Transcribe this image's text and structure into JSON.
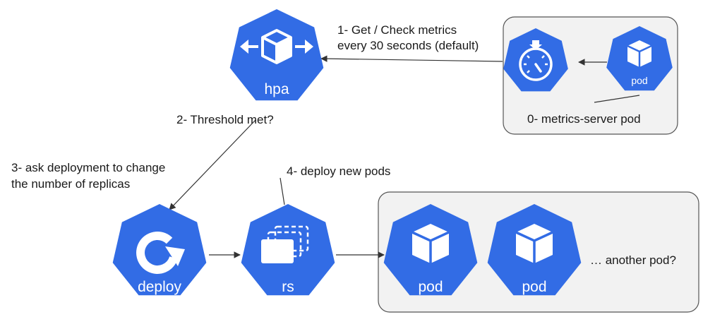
{
  "colors": {
    "k8s_blue": "#326ce5",
    "icon_white": "#ffffff",
    "box_fill": "#f2f2f2",
    "box_stroke": "#555555",
    "arrow": "#333333",
    "text": "#1a1a1a"
  },
  "nodes": {
    "hpa": {
      "label": "hpa",
      "icon": "resize-box-icon"
    },
    "metrics_gauge": {
      "icon": "gauge-icon"
    },
    "metrics_pod": {
      "label": "pod",
      "icon": "cube-icon"
    },
    "deploy": {
      "label": "deploy",
      "icon": "rotate-arrow-icon"
    },
    "rs": {
      "label": "rs",
      "icon": "stacked-pages-icon"
    },
    "pod_1": {
      "label": "pod",
      "icon": "cube-icon"
    },
    "pod_2": {
      "label": "pod",
      "icon": "cube-icon"
    }
  },
  "labels": {
    "step1_line1": "1- Get / Check metrics",
    "step1_line2": "every 30 seconds (default)",
    "step0": "0- metrics-server pod",
    "step2": "2- Threshold met?",
    "step3_line1": "3- ask deployment to change",
    "step3_line2": "the number of replicas",
    "step4": "4- deploy new pods",
    "another_pod": "… another pod?"
  }
}
